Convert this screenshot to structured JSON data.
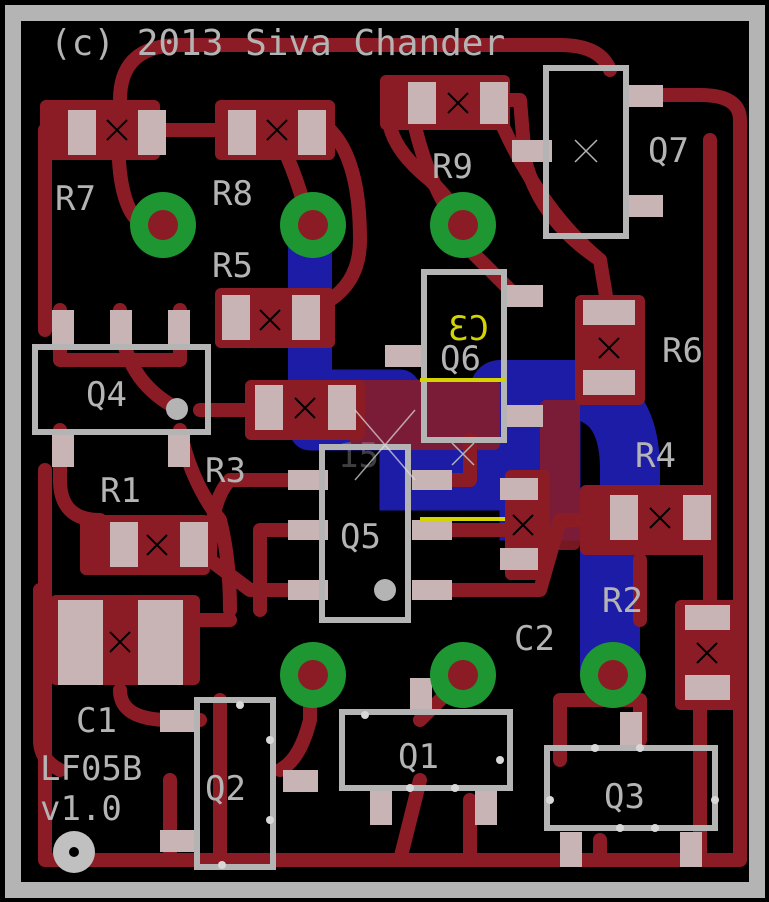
{
  "board": {
    "copyright": "(c) 2013 Siva Chander",
    "name": "LF05B",
    "version": "v1.0",
    "colors": {
      "background": "#000000",
      "outline": "#b4b4b4",
      "top_copper": "#8b1c25",
      "bottom_copper": "#1c1ca6",
      "pads": "#c8b4b4",
      "vias": "#1e9632",
      "silk": "#b4b4b4",
      "bottom_silk": "#d4d400"
    }
  },
  "components": {
    "R1": "R1",
    "R2": "R2",
    "R3": "R3",
    "R4": "R4",
    "R5": "R5",
    "R6": "R6",
    "R7": "R7",
    "R8": "R8",
    "R9": "R9",
    "C1": "C1",
    "C2": "C2",
    "C3": "C3",
    "Q1": "Q1",
    "Q2": "Q2",
    "Q3": "Q3",
    "Q4": "Q4",
    "Q5": "Q5",
    "Q6": "Q6",
    "Q7": "Q7",
    "ghost": "15"
  }
}
